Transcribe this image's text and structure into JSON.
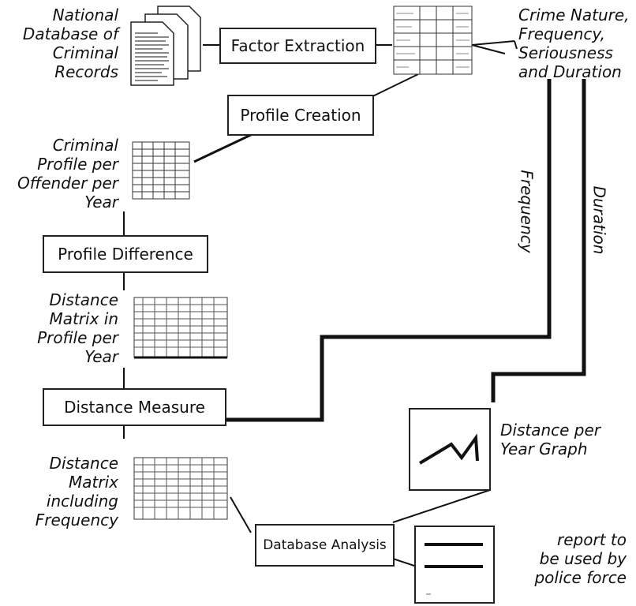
{
  "labels": {
    "national_db": "National\nDatabase of\nCriminal\nRecords",
    "crime_nature": "Crime Nature,\nFrequency,\nSeriousness\nand Duration",
    "criminal_profile": "Criminal\nProfile per\nOffender per\nYear",
    "distance_matrix_profile": "Distance\nMatrix in\nProfile per\nYear",
    "distance_matrix_freq": "Distance\nMatrix\nincluding\nFrequency",
    "distance_graph": "Distance per\nYear Graph",
    "report": "report to\nbe used by\npolice force",
    "frequency": "Frequency",
    "duration": "Duration"
  },
  "boxes": {
    "factor_extraction": "Factor Extraction",
    "profile_creation": "Profile Creation",
    "profile_difference": "Profile Difference",
    "distance_measure": "Distance Measure",
    "database_analysis": "Database Analysis"
  }
}
